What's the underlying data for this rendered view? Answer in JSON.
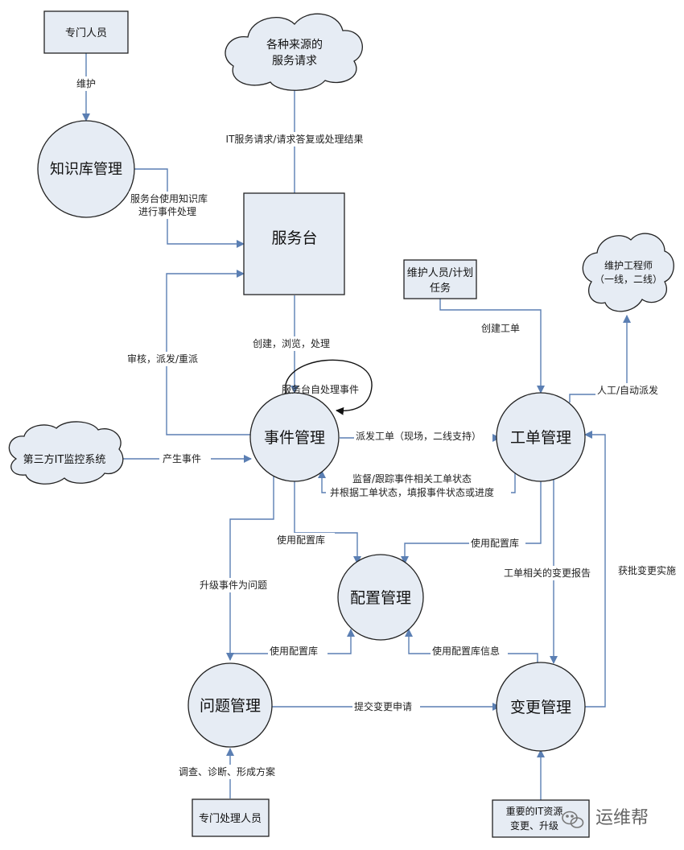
{
  "nodes": {
    "specialist_top": "专门人员",
    "sources_cloud": [
      "各种来源的",
      "服务请求"
    ],
    "knowledge": "知识库管理",
    "service_desk": "服务台",
    "maint_task": [
      "维护人员/计划",
      "任务"
    ],
    "engineer_cloud": [
      "维护工程师",
      "（一线，二线）"
    ],
    "incident": "事件管理",
    "workorder": "工单管理",
    "monitor_cloud": "第三方IT监控系统",
    "config": "配置管理",
    "problem": "问题管理",
    "change": "变更管理",
    "specialist_bottom": "专门处理人员",
    "it_resource": [
      "重要的IT资源",
      "变更、升级"
    ]
  },
  "edges": {
    "maintain": "维护",
    "it_request": "IT服务请求/请求答复或处理结果",
    "kb_use": [
      "服务台使用知识库",
      "进行事件处理"
    ],
    "create_browse": "创建，浏览，处理",
    "self_process": "服务台自处理事件",
    "review_dispatch": "审核，派发/重派",
    "create_wo": "创建工单",
    "auto_dispatch": "人工/自动派发",
    "generate_event": "产生事件",
    "dispatch_wo": "派发工单（现场，二线支持）",
    "monitor_track": [
      "监督/跟踪事件相关工单状态",
      "并根据工单状态，填报事件状态或进度"
    ],
    "use_cmdb_1": "使用配置库",
    "use_cmdb_2": "使用配置库",
    "use_cmdb_3": "使用配置库",
    "use_cmdb_info": "使用配置库信息",
    "escalate": "升级事件为问题",
    "wo_change_report": "工单相关的变更报告",
    "approved_change": "获批变更实施",
    "submit_change": "提交变更申请",
    "investigate": "调查、诊断、形成方案"
  },
  "watermark": {
    "text": "运维帮",
    "icon": "wechat-icon"
  },
  "colors": {
    "node_fill": "#e6ecf4",
    "stroke": "#222222",
    "arrow": "#5b7fb3"
  }
}
